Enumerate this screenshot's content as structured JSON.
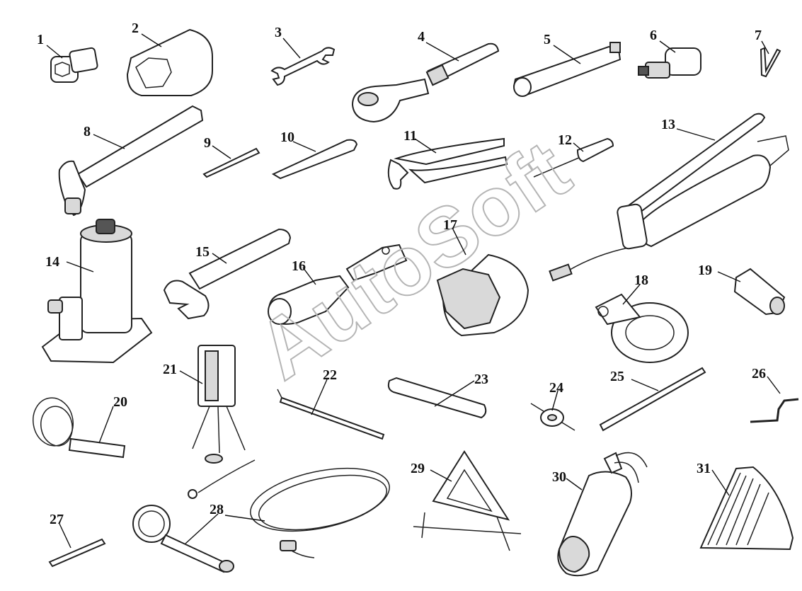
{
  "watermark": "AutoSoft",
  "labels": [
    "1",
    "2",
    "3",
    "4",
    "5",
    "6",
    "7",
    "8",
    "9",
    "10",
    "11",
    "12",
    "13",
    "14",
    "15",
    "16",
    "17",
    "18",
    "19",
    "20",
    "21",
    "22",
    "23",
    "24",
    "25",
    "26",
    "27",
    "28",
    "29",
    "30",
    "31"
  ],
  "colors": {
    "line": "#111111",
    "fill_light": "#d9d9d9",
    "fill_dark": "#555555",
    "watermark": "#b5b5b5"
  }
}
